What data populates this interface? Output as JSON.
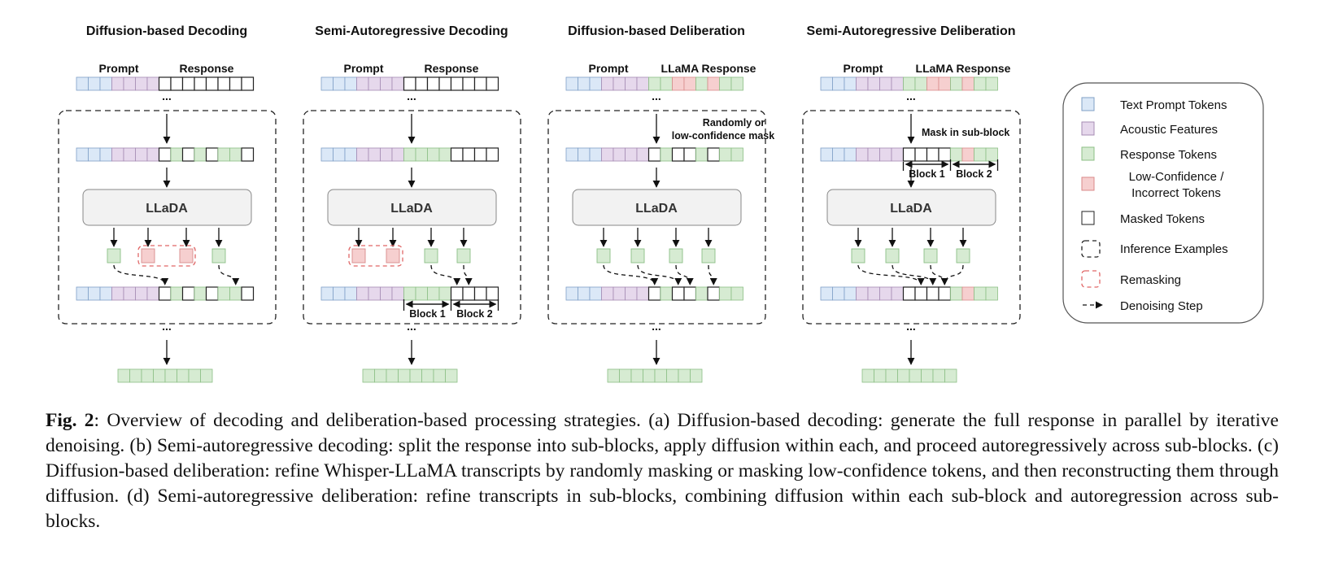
{
  "panels": [
    {
      "title": "Diffusion-based Decoding",
      "prompt_label": "Prompt",
      "response_label": "Response",
      "model_label": "LLaDA"
    },
    {
      "title": "Semi-Autoregressive Decoding",
      "prompt_label": "Prompt",
      "response_label": "Response",
      "model_label": "LLaDA",
      "block1_label": "Block 1",
      "block2_label": "Block 2"
    },
    {
      "title": "Diffusion-based Deliberation",
      "prompt_label": "Prompt",
      "response_label": "LLaMA Response",
      "model_label": "LLaDA",
      "mask_note_line1": "Randomly or",
      "mask_note_line2": "low-confidence mask"
    },
    {
      "title": "Semi-Autoregressive Deliberation",
      "prompt_label": "Prompt",
      "response_label": "LLaMA Response",
      "model_label": "LLaDA",
      "mask_note": "Mask in sub-block",
      "block1_label": "Block 1",
      "block2_label": "Block 2"
    }
  ],
  "ellipsis": "...",
  "legend": {
    "items": [
      {
        "label": "Text Prompt Tokens"
      },
      {
        "label": "Acoustic Features"
      },
      {
        "label": "Response Tokens"
      },
      {
        "label_line1": "Low-Confidence /",
        "label_line2": "Incorrect Tokens"
      },
      {
        "label": "Masked Tokens"
      },
      {
        "label": "Inference Examples"
      },
      {
        "label": "Remasking"
      },
      {
        "label": "Denoising Step"
      }
    ]
  },
  "colors": {
    "text_prompt": "#dbe8f7",
    "acoustic": "#e6d8ec",
    "response": "#d6ebd2",
    "low_confidence": "#f6cfcf",
    "masked": "#ffffff",
    "remask_border": "#e06666",
    "llada_fill": "#f2f2f2"
  },
  "caption": {
    "label": "Fig. 2",
    "text": ":  Overview of decoding and deliberation-based processing strategies.  (a) Diffusion-based decoding:  generate the full response in parallel by iterative denoising. (b) Semi-autoregressive decoding: split the response into sub-blocks, apply diffusion within each, and proceed autoregressively across sub-blocks. (c) Diffusion-based deliberation: refine Whisper-LLaMA transcripts by randomly masking or masking low-confidence tokens, and then reconstructing them through diffusion. (d) Semi-autoregressive deliberation: refine transcripts in sub-blocks, combining diffusion within each sub-block and autoregression across sub-blocks."
  }
}
